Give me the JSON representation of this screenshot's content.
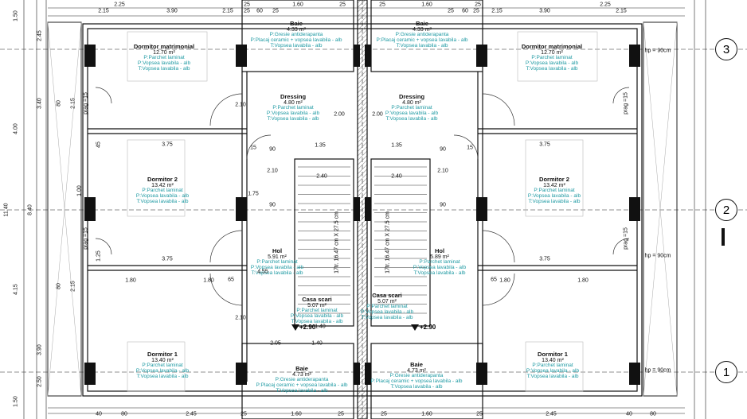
{
  "axes": [
    "3",
    "2",
    "1"
  ],
  "rooms": [
    {
      "id": "baie-top-l",
      "name": "Baie",
      "area": "4.33 m²",
      "fin": [
        "P:Gresie antiderapanta",
        "P:Placaj ceramic + vopsea lavabila - alb",
        "T:Vopsea lavabila - alb"
      ]
    },
    {
      "id": "baie-top-r",
      "name": "Baie",
      "area": "4.33 m²",
      "fin": [
        "P:Gresie antiderapanta",
        "P:Placaj ceramic + vopsea lavabila - alb",
        "T:Vopsea lavabila - alb"
      ]
    },
    {
      "id": "dm-l",
      "name": "Dormitor matrimonial",
      "area": "12.70 m²",
      "fin": [
        "P:Parchet laminat",
        "P:Vopsea lavabila - alb",
        "T:Vopsea lavabila - alb"
      ]
    },
    {
      "id": "dm-r",
      "name": "Dormitor matrimonial",
      "area": "12.70 m²",
      "fin": [
        "P:Parchet laminat",
        "P:Vopsea lavabila - alb",
        "T:Vopsea lavabila - alb"
      ]
    },
    {
      "id": "dr-l",
      "name": "Dressing",
      "area": "4.80 m²",
      "fin": [
        "P:Parchet laminat",
        "P:Vopsea lavabila - alb",
        "T:Vopsea lavabila - alb"
      ]
    },
    {
      "id": "dr-r",
      "name": "Dressing",
      "area": "4.80 m²",
      "fin": [
        "P:Parchet laminat",
        "P:Vopsea lavabila - alb",
        "T:Vopsea lavabila - alb"
      ]
    },
    {
      "id": "d2-l",
      "name": "Dormitor 2",
      "area": "13.42 m²",
      "fin": [
        "P:Parchet laminat",
        "P:Vopsea lavabila - alb",
        "T:Vopsea lavabila - alb"
      ]
    },
    {
      "id": "d2-r",
      "name": "Dormitor 2",
      "area": "13.42 m²",
      "fin": [
        "P:Parchet laminat",
        "P:Vopsea lavabila - alb",
        "T:Vopsea lavabila - alb"
      ]
    },
    {
      "id": "hol-l",
      "name": "Hol",
      "area": "5.91 m²",
      "fin": [
        "P:Parchet laminat",
        "P:Vopsea lavabila - alb",
        "T:Vopsea lavabila - alb"
      ]
    },
    {
      "id": "hol-r",
      "name": "Hol",
      "area": "5.89 m²",
      "fin": [
        "P:Parchet laminat",
        "P:Vopsea lavabila - alb",
        "T:Vopsea lavabila - alb"
      ]
    },
    {
      "id": "cs-l",
      "name": "Casa scari",
      "area": "5.07 m²",
      "fin": [
        "P:Parchet laminat",
        "P:Vopsea lavabila - alb",
        "T:Vopsea lavabila - alb"
      ]
    },
    {
      "id": "cs-r",
      "name": "Casa scari",
      "area": "5.07 m²",
      "fin": [
        "P:Parchet laminat",
        "P:Vopsea lavabila - alb",
        "T:Vopsea lavabila - alb"
      ]
    },
    {
      "id": "d1-l",
      "name": "Dormitor 1",
      "area": "13.40 m²",
      "fin": [
        "P:Parchet laminat",
        "P:Vopsea lavabila - alb",
        "T:Vopsea lavabila - alb"
      ]
    },
    {
      "id": "d1-r",
      "name": "Dormitor 1",
      "area": "13.40 m²",
      "fin": [
        "P:Parchet laminat",
        "P:Vopsea lavabila - alb",
        "T:Vopsea lavabila - alb"
      ]
    },
    {
      "id": "baie-bot-l",
      "name": "Baie",
      "area": "4.73 m²",
      "fin": [
        "P:Gresie antiderapanta",
        "P:Placaj ceramic + vopsea lavabila - alb",
        "T:Vopsea lavabila - alb"
      ]
    },
    {
      "id": "baie-bot-r",
      "name": "Baie",
      "area": "4.73 m²",
      "fin": [
        "P:Gresie antiderapanta",
        "P:Placaj ceramic + vopsea lavabila - alb",
        "T:Vopsea lavabila - alb"
      ]
    }
  ],
  "stairs": {
    "left": "17tr. 16.47 cm X 27.5 cm",
    "right": "17tr. 16.47 cm X 27.5 cm"
  },
  "elevations": {
    "left": "+2.90",
    "right": "+2.90"
  },
  "dims": {
    "top": [
      "2.15",
      "3.90",
      "2.15",
      "25",
      "60",
      "25",
      "25",
      "60",
      "25",
      "2.15",
      "3.90",
      "2.15"
    ],
    "top2": [
      "2.25",
      "25",
      "1.60",
      "25",
      "25",
      "1.60",
      "25",
      "2.25"
    ],
    "bottom": [
      "2.45",
      "25",
      "1.60",
      "25",
      "25",
      "1.60",
      "25",
      "2.45",
      "40",
      "80",
      "40",
      "80"
    ],
    "left_outer": [
      "1.50",
      "4.00",
      "11.40",
      "4.15",
      "1.50"
    ],
    "left_inner": [
      "2.45",
      "3.40",
      "8.40",
      "3.90",
      "2.50"
    ],
    "left_win": [
      "80",
      "2.15",
      "45",
      "1.00",
      "2.15",
      "80",
      "1.25"
    ],
    "center": [
      "2.10",
      "2.00",
      "1.35",
      "2.40",
      "2.10",
      "1.75",
      "4.55",
      "2.10",
      "1.40",
      "1.40",
      "2.05",
      "2.00",
      "2.40",
      "1.35",
      "2.10"
    ],
    "misc": [
      "3.75",
      "3.75",
      "3.75",
      "3.75",
      "1.80",
      "1.80",
      "1.80",
      "1.80",
      "90",
      "90",
      "15",
      "15",
      "65",
      "65",
      "90",
      "90"
    ],
    "parapet": [
      "prag =15",
      "prag =15",
      "prag =15",
      "prag =15"
    ],
    "hp": [
      "hp = 90cm",
      "hp = 90cm",
      "hp = 90cm"
    ]
  },
  "colors": {
    "wall": "#111111",
    "finish_text": "#1f9aa3",
    "hatch": "#888888"
  }
}
